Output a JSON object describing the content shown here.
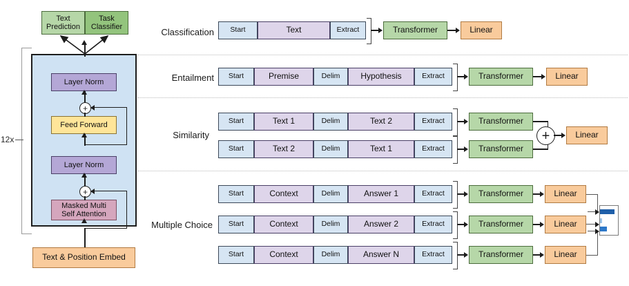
{
  "figure": {
    "left_panel": {
      "heads": [
        {
          "label": "Text\nPrediction"
        },
        {
          "label": "Task\nClassifier"
        }
      ],
      "repeat_label": "12x",
      "block_layers": [
        {
          "label": "Layer Norm"
        },
        {
          "label": "Feed Forward"
        },
        {
          "label": "Layer Norm"
        },
        {
          "label": "Masked Multi\nSelf Attention"
        }
      ],
      "embedding": {
        "label": "Text & Position Embed"
      },
      "residual_symbol": "+"
    },
    "tasks": [
      {
        "name": "classification",
        "label": "Classification",
        "rows": [
          {
            "tokens": [
              {
                "label": "Start",
                "kind": "delim"
              },
              {
                "label": "Text",
                "kind": "content"
              },
              {
                "label": "Extract",
                "kind": "delim"
              }
            ],
            "transformer": "Transformer",
            "linear": "Linear"
          }
        ]
      },
      {
        "name": "entailment",
        "label": "Entailment",
        "rows": [
          {
            "tokens": [
              {
                "label": "Start",
                "kind": "delim"
              },
              {
                "label": "Premise",
                "kind": "content"
              },
              {
                "label": "Delim",
                "kind": "delim"
              },
              {
                "label": "Hypothesis",
                "kind": "content"
              },
              {
                "label": "Extract",
                "kind": "delim"
              }
            ],
            "transformer": "Transformer",
            "linear": "Linear"
          }
        ]
      },
      {
        "name": "similarity",
        "label": "Similarity",
        "combiner": "+",
        "linear": "Linear",
        "rows": [
          {
            "tokens": [
              {
                "label": "Start",
                "kind": "delim"
              },
              {
                "label": "Text 1",
                "kind": "content"
              },
              {
                "label": "Delim",
                "kind": "delim"
              },
              {
                "label": "Text 2",
                "kind": "content"
              },
              {
                "label": "Extract",
                "kind": "delim"
              }
            ],
            "transformer": "Transformer"
          },
          {
            "tokens": [
              {
                "label": "Start",
                "kind": "delim"
              },
              {
                "label": "Text 2",
                "kind": "content"
              },
              {
                "label": "Delim",
                "kind": "delim"
              },
              {
                "label": "Text 1",
                "kind": "content"
              },
              {
                "label": "Extract",
                "kind": "delim"
              }
            ],
            "transformer": "Transformer"
          }
        ]
      },
      {
        "name": "multiple-choice",
        "label": "Multiple Choice",
        "rows": [
          {
            "tokens": [
              {
                "label": "Start",
                "kind": "delim"
              },
              {
                "label": "Context",
                "kind": "content"
              },
              {
                "label": "Delim",
                "kind": "delim"
              },
              {
                "label": "Answer 1",
                "kind": "content"
              },
              {
                "label": "Extract",
                "kind": "delim"
              }
            ],
            "transformer": "Transformer",
            "linear": "Linear"
          },
          {
            "tokens": [
              {
                "label": "Start",
                "kind": "delim"
              },
              {
                "label": "Context",
                "kind": "content"
              },
              {
                "label": "Delim",
                "kind": "delim"
              },
              {
                "label": "Answer 2",
                "kind": "content"
              },
              {
                "label": "Extract",
                "kind": "delim"
              }
            ],
            "transformer": "Transformer",
            "linear": "Linear"
          },
          {
            "tokens": [
              {
                "label": "Start",
                "kind": "delim"
              },
              {
                "label": "Context",
                "kind": "content"
              },
              {
                "label": "Delim",
                "kind": "delim"
              },
              {
                "label": "Answer N",
                "kind": "content"
              },
              {
                "label": "Extract",
                "kind": "delim"
              }
            ],
            "transformer": "Transformer",
            "linear": "Linear"
          }
        ],
        "softmax_bars": [
          {
            "width_pct": 80,
            "color": "#1f5fa9"
          },
          {
            "width_pct": 10,
            "color": "#9fc5e8"
          },
          {
            "width_pct": 38,
            "color": "#2d78c9"
          }
        ]
      }
    ],
    "colors": {
      "green": "#b6d7a8",
      "green_dark": "#93c47d",
      "blue_panel": "#cfe2f3",
      "purple": "#b4a7d6",
      "yellow": "#ffe599",
      "pink": "#d5a6bd",
      "orange": "#f9cb9c",
      "seq_blue": "#d6e5f3",
      "seq_purple": "#ded5ea",
      "separator": "#b9b9b9"
    }
  }
}
